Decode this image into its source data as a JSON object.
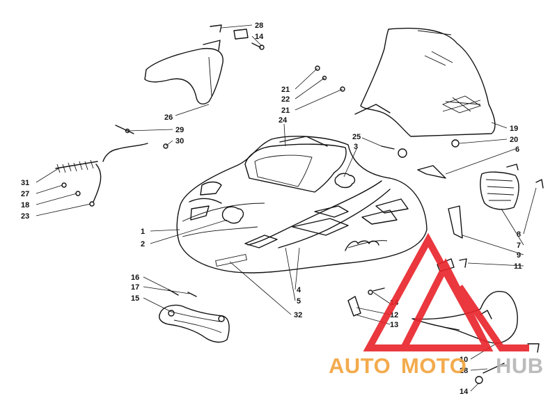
{
  "diagram": {
    "callouts": [
      {
        "id": "c28a",
        "text": "28"
      },
      {
        "id": "c14a",
        "text": "14"
      },
      {
        "id": "c26",
        "text": "26"
      },
      {
        "id": "c29",
        "text": "29"
      },
      {
        "id": "c30",
        "text": "30"
      },
      {
        "id": "c31",
        "text": "31"
      },
      {
        "id": "c27",
        "text": "27"
      },
      {
        "id": "c18",
        "text": "18"
      },
      {
        "id": "c23",
        "text": "23"
      },
      {
        "id": "c21a",
        "text": "21"
      },
      {
        "id": "c22",
        "text": "22"
      },
      {
        "id": "c21b",
        "text": "21"
      },
      {
        "id": "c24",
        "text": "24"
      },
      {
        "id": "c25",
        "text": "25"
      },
      {
        "id": "c3",
        "text": "3"
      },
      {
        "id": "c19",
        "text": "19"
      },
      {
        "id": "c20",
        "text": "20"
      },
      {
        "id": "c6",
        "text": "6"
      },
      {
        "id": "c1",
        "text": "1"
      },
      {
        "id": "c2",
        "text": "2"
      },
      {
        "id": "c8",
        "text": "8"
      },
      {
        "id": "c7",
        "text": "7"
      },
      {
        "id": "c9",
        "text": "9"
      },
      {
        "id": "c11",
        "text": "11"
      },
      {
        "id": "c16",
        "text": "16"
      },
      {
        "id": "c17",
        "text": "17"
      },
      {
        "id": "c15",
        "text": "15"
      },
      {
        "id": "c4",
        "text": "4"
      },
      {
        "id": "c5",
        "text": "5"
      },
      {
        "id": "c32",
        "text": "32"
      },
      {
        "id": "c14b",
        "text": "14"
      },
      {
        "id": "c12",
        "text": "12"
      },
      {
        "id": "c13",
        "text": "13"
      },
      {
        "id": "c10",
        "text": "10"
      },
      {
        "id": "c28b",
        "text": "28"
      },
      {
        "id": "c14c",
        "text": "14"
      }
    ]
  },
  "watermark": {
    "text_auto": "AUTO",
    "text_moto": "MOTO",
    "text_hub": "HUB",
    "logo_name": "automotohub-triangle-logo"
  },
  "colors": {
    "ink": "#111111",
    "watermark_red": "#e8232a",
    "watermark_orange": "#f2a33a",
    "watermark_gray": "#b5b5b5",
    "background": "#ffffff"
  }
}
